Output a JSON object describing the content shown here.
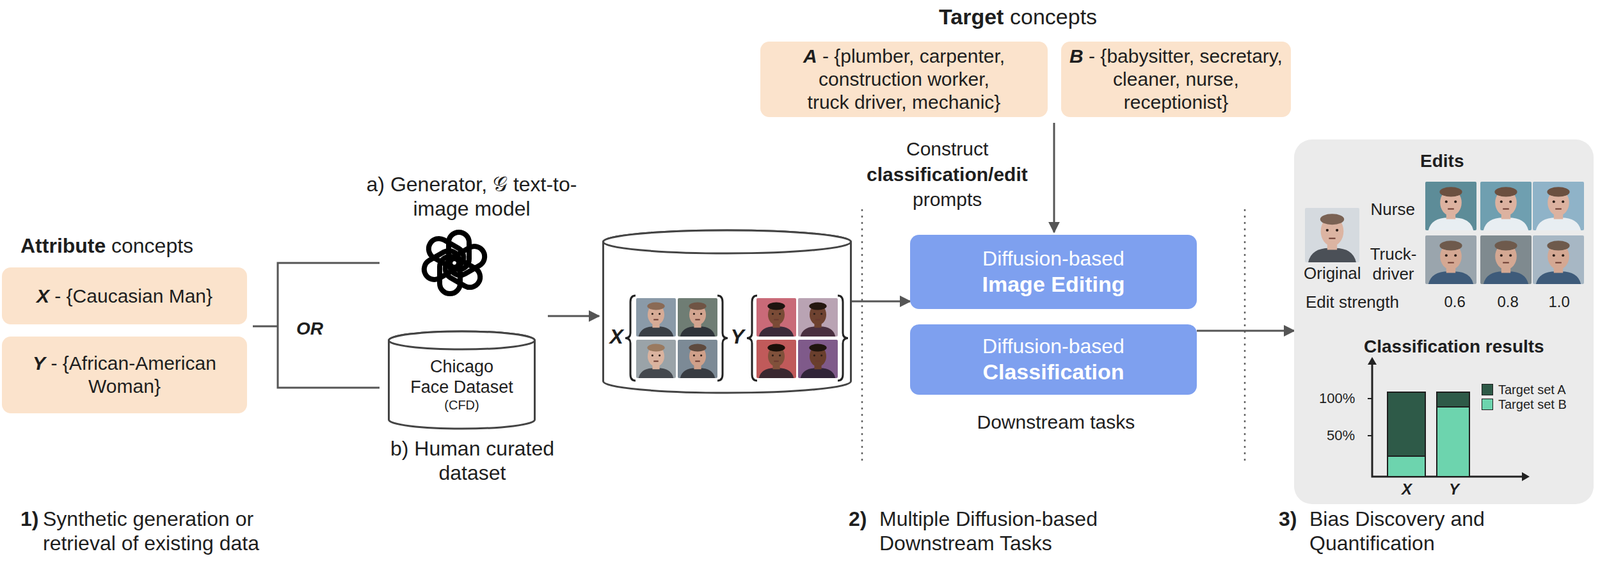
{
  "diagram": {
    "nodes": [
      {
        "text": [
          "X - {Caucasian Man}"
        ]
      },
      {
        "text": [
          "Y - {African-American Woman}"
        ]
      },
      {
        "text": [
          "Chicago Face Dataset",
          "(CFD)"
        ]
      },
      {
        "text": [
          "X",
          "Y"
        ]
      },
      {
        "text": [
          "A - {plumber, carpenter, construction worker, truck driver, mechanic}"
        ]
      },
      {
        "text": [
          "B - {babysitter, secretary, cleaner, nurse, receptionist}"
        ]
      },
      {
        "text": [
          "Diffusion-based",
          "Image Editing"
        ]
      },
      {
        "text": [
          "Diffusion-based",
          "Classification"
        ]
      },
      {
        "text": [
          "Edits",
          "Classification results"
        ]
      }
    ],
    "edges": [
      {
        "from": 3,
        "to": 6,
        "arrow": "to"
      },
      {
        "from": 7,
        "to": 8,
        "arrow": "to"
      }
    ],
    "labels": [
      "Attribute",
      "concepts",
      "OR",
      "a) Generator, 𝒢 text-to-image model",
      "b) Human curated dataset",
      "Target",
      "concepts",
      "Construct",
      "classification/edit",
      "prompts",
      "Downstream tasks",
      "1)",
      "Synthetic generation or retrieval of existing data",
      "2)",
      "Multiple Diffusion-based Downstream Tasks",
      "3)",
      "Bias Discovery and Quantification",
      "Nurse",
      "Truck-driver",
      "Original",
      "Edit strength",
      "0.6",
      "0.8",
      "1.0",
      "100%",
      "50%",
      "X",
      "Y"
    ],
    "legend": [
      {
        "text": "Target set A",
        "color": "#2e5a48"
      },
      {
        "text": "Target set B",
        "color": "#6dd4ae"
      }
    ]
  }
}
